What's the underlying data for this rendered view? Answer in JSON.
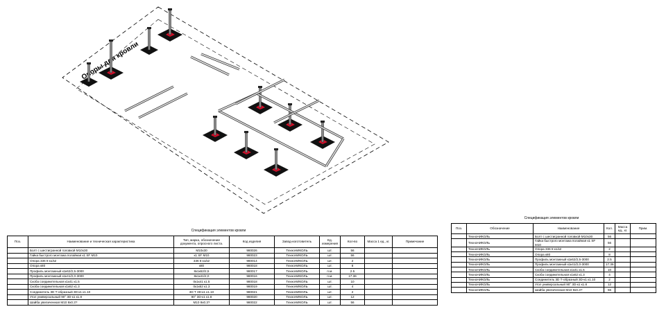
{
  "drawing": {
    "title": "Опоры для кровли",
    "accent": "#d0102a"
  },
  "spec_title": "Спецификация элементов кровли",
  "left_table": {
    "headers": [
      "Поз.",
      "Наименование и техническая характеристика",
      "Тип, марка, обозначение документа, опросного листа.",
      "Код изделия",
      "Завод-изготовитель",
      "Ед. измерения",
      "Кол-во",
      "Масса 1 ед., кг.",
      "Примечание"
    ],
    "rows": [
      [
        "",
        "Болт с шестигранной головкой М10х30",
        "М10х30",
        "980026",
        "ТехноНИКОЛЬ",
        "шт.",
        "56",
        "",
        ""
      ],
      [
        "",
        "Гайка быстрого монтажа полайная к1 SF М10",
        "к1 SF М10",
        "980023",
        "ТехноНИКОЛЬ",
        "шт.",
        "56",
        "",
        ""
      ],
      [
        "",
        "Опора 336 8 к1/к2",
        "336 8 к1/к2",
        "980014",
        "ТехноНИКОЛЬ",
        "шт.",
        "2",
        "",
        ""
      ],
      [
        "",
        "Опора к80",
        "к80",
        "980018",
        "ТехноНИКОЛЬ",
        "шт.",
        "8",
        "",
        ""
      ],
      [
        "",
        "Профиль монтажный к1к62/2,5-3000",
        "8к1к62/2,5",
        "980017",
        "ТехноНИКОЛЬ",
        "п.м.",
        "2.5",
        "",
        ""
      ],
      [
        "",
        "Профиль монтажный к1к41/2,0-3000",
        "8к1к41/2,0",
        "980016",
        "ТехноНИКОЛЬ",
        "п.м.",
        "17.36",
        "",
        ""
      ],
      [
        "",
        "Скоба соединительная к1к41 к1.5",
        "0к1к41 к1.5",
        "980018",
        "ТехноНИКОЛЬ",
        "шт.",
        "10",
        "",
        ""
      ],
      [
        "",
        "Скоба соединительная к1к62 к1.3",
        "0к1к62 к1.3",
        "980019",
        "ТехноНИКОЛЬ",
        "шт.",
        "4",
        "",
        ""
      ],
      [
        "",
        "Соединитель 3D Т-образный 3D-к1 к1.10",
        "3D Т 3D-к1 к1.10",
        "980021",
        "ТехноНИКОЛЬ",
        "шт.",
        "2",
        "",
        ""
      ],
      [
        "",
        "Угол универсальный 90° 3D-к1 к1.8",
        "90° 3D-к1 к1.8",
        "980020",
        "ТехноНИКОЛЬ",
        "шт.",
        "12",
        "",
        ""
      ],
      [
        "",
        "Шайба увеличенная М10 9х0.3?",
        "М10 9х0.3?",
        "980022",
        "ТехноНИКОЛЬ",
        "шт.",
        "56",
        "",
        ""
      ]
    ]
  },
  "right_table": {
    "headers": [
      "Поз.",
      "Обозначение",
      "Наименование",
      "Кол.",
      "Масса ед., кг.",
      "Прим."
    ],
    "rows": [
      [
        "",
        "ТехноНИКОЛЬ",
        "Болт с шестигранной головкой М10х30",
        "56",
        "",
        ""
      ],
      [
        "",
        "ТехноНИКОЛЬ",
        "Гайка быстрого монтажа полайная к1 SF М10",
        "56",
        "",
        ""
      ],
      [
        "",
        "ТехноНИКОЛЬ",
        "Опора 336 8 к1/к2",
        "2",
        "",
        ""
      ],
      [
        "",
        "ТехноНИКОЛЬ",
        "Опора к80",
        "8",
        "",
        ""
      ],
      [
        "",
        "ТехноНИКОЛЬ",
        "Профиль монтажный к1к62/2,5-3000",
        "2.5",
        "",
        ""
      ],
      [
        "",
        "ТехноНИКОЛЬ",
        "Профиль монтажный к1к41/2,0-3000",
        "17.36",
        "",
        ""
      ],
      [
        "",
        "ТехноНИКОЛЬ",
        "Скоба соединительная к1к41 к1.5",
        "10",
        "",
        ""
      ],
      [
        "",
        "ТехноНИКОЛЬ",
        "Скоба соединительная к1к62 к1.3",
        "4",
        "",
        ""
      ],
      [
        "",
        "ТехноНИКОЛЬ",
        "Соединитель 3D Т-образный 3D-к1 к1.10",
        "2",
        "",
        ""
      ],
      [
        "",
        "ТехноНИКОЛЬ",
        "Угол универсальный 90° 3D-к1 к1.8",
        "12",
        "",
        ""
      ],
      [
        "",
        "ТехноНИКОЛЬ",
        "Шайба увеличенная М10 9х0.3?",
        "56",
        "",
        ""
      ]
    ]
  }
}
